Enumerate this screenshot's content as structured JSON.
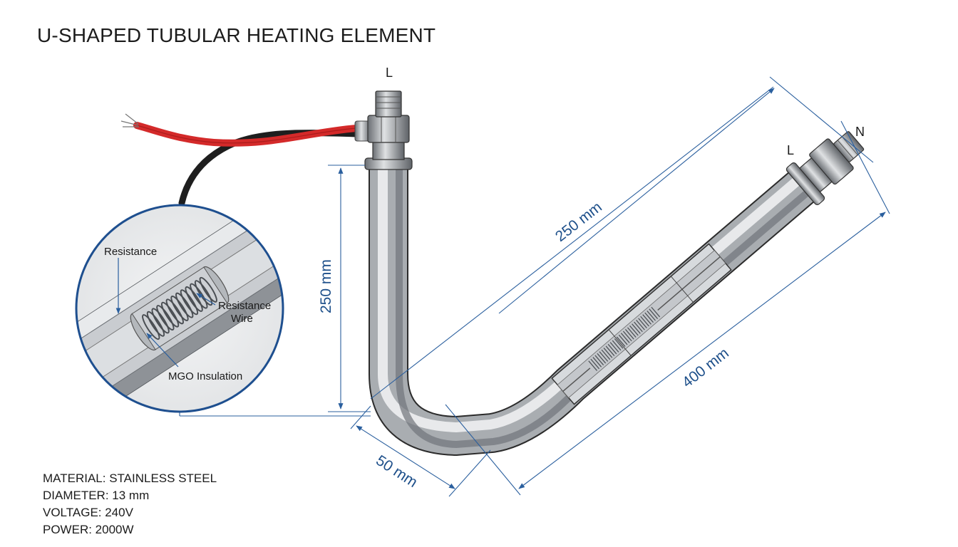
{
  "title": "U-SHAPED TUBULAR HEATING ELEMENT",
  "specs": [
    "MATERIAL: STAINLESS STEEL",
    "DIAMETER: 13 mm",
    "VOLTAGE: 240V",
    "POWER: 2000W"
  ],
  "dimensions": {
    "vertical_leg": "250 mm",
    "diagonal_top": "250 mm",
    "diagonal_bottom": "400 mm",
    "bend": "50 mm"
  },
  "terminals": {
    "left_top": "L",
    "right_l": "L",
    "right_n": "N"
  },
  "inset": {
    "resistance": "Resistance",
    "resistance_wire_line1": "Resistance",
    "resistance_wire_line2": "Wire",
    "insulation": "MGO Insulation"
  },
  "colors": {
    "dimension_line": "#2a5f9e",
    "inset_border": "#1e4f8f",
    "wire_red": "#d42a2a",
    "wire_black": "#1e1e1e",
    "tube_steel": "#b8bcc0"
  }
}
